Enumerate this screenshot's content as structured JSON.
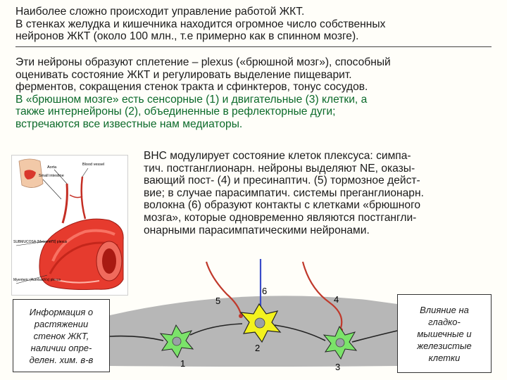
{
  "text": {
    "p1_line1": "Наиболее сложно происходит управление работой ЖКТ.",
    "p1_line2": "В стенках желудка и кишечника находится огромное число собственных",
    "p1_line3": "нейронов ЖКТ (около 100 млн., т.е примерно как в спинном мозге).",
    "p2_line1": "Эти нейроны образуют сплетение – plexus («брюшной мозг»), способный",
    "p2_line2": "оценивать состояние ЖКТ и регулировать выделение пищеварит.",
    "p2_line3": "ферментов, сокращения стенок тракта и сфинктеров, тонус сосудов.",
    "p2_line4": "В «брюшном мозге» есть сенсорные (1) и двигательные (3) клетки, а",
    "p2_line5": "также интернейроны (2), объединенные в рефлекторные дуги;",
    "p2_line6": "встречаются все известные нам медиаторы.",
    "p3_line1": "ВНС модулирует состояние клеток плексуса: симпа-",
    "p3_line2": "тич. постганглионарн. нейроны выделяют NE, оказы-",
    "p3_line3": "вающий пост- (4) и пресинаптич. (5) тормозное дейст-",
    "p3_line4": "вие; в случае парасимпатич. системы преганглионарн.",
    "p3_line5": "волокна (6) образуют контакты с клетками «брюшного",
    "p3_line6": "мозга», которые одновременно являются постгангли-",
    "p3_line7": "онарными парасимпатическими нейронами."
  },
  "figure_labels": {
    "aorta": "Aorta",
    "blood_vessel": "Blood vessel",
    "small_intestine": "Small intestine",
    "submucosa": "SUBMUCOSA (Meissner's) plexus",
    "myenteric": "Myenteric (Auerbach's) plexus"
  },
  "left_box": {
    "line1": "Информация о",
    "line2": "растяжении",
    "line3": "стенок ЖКТ,",
    "line4": "наличии опре-",
    "line5": "делен. хим. в-в"
  },
  "right_box": {
    "line1": "Влияние на",
    "line2": "гладко-",
    "line3": "мышечные и",
    "line4": "железистые",
    "line5": "клетки"
  },
  "neuron_labels": {
    "n1": "1",
    "n2": "2",
    "n3": "3",
    "n4": "4",
    "n5": "5",
    "n6": "6"
  },
  "colors": {
    "sensory_neuron": "#7be36a",
    "interneuron": "#f3f21e",
    "motor_neuron": "#7be36a",
    "band": "#b7b7b7",
    "sympathetic_fiber": "#c0392b",
    "parasympathetic_fiber": "#3a4cc9",
    "intestine": "#e63b2e"
  }
}
